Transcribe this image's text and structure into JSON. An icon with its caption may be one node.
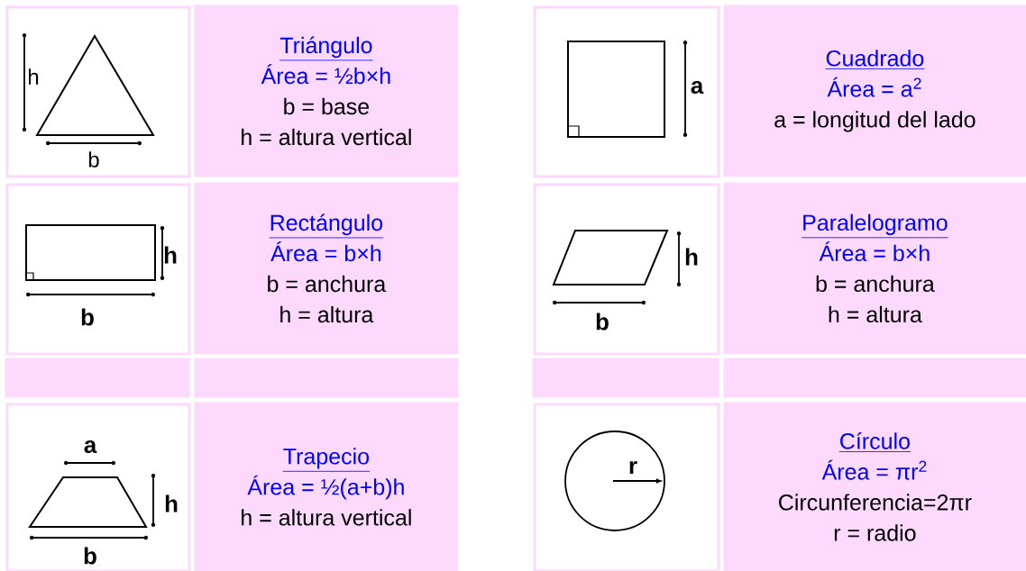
{
  "diagram": {
    "nodes": [
      {
        "text": [
          "h",
          "b"
        ]
      },
      {
        "text": [
          "Triángulo",
          "Área = ½b×h",
          "b = base",
          "h = altura vertical"
        ]
      },
      {
        "text": [
          "a"
        ]
      },
      {
        "text": [
          "Cuadrado",
          "Área = a$^{2}$",
          "a = longitud del lado"
        ]
      },
      {
        "text": [
          "h",
          "b"
        ]
      },
      {
        "text": [
          "Rectángulo",
          "Área = b×h",
          "b = anchura",
          "h = altura"
        ]
      },
      {
        "text": [
          "h",
          "b"
        ]
      },
      {
        "text": [
          "Paralelogramo",
          "Área = b×h",
          "b = anchura",
          "h = altura"
        ]
      },
      {
        "text": [],
        "shape": "box"
      },
      {
        "text": [],
        "shape": "box"
      },
      {
        "text": [],
        "shape": "box"
      },
      {
        "text": [],
        "shape": "box"
      },
      {
        "text": [
          "a",
          "h",
          "b"
        ]
      },
      {
        "text": [
          "Trapecio",
          "Área = ½(a+b)h",
          "h = altura vertical"
        ]
      },
      {
        "text": [
          "r"
        ]
      },
      {
        "text": [
          "Círculo",
          "Área = πr$^{2}$",
          "Circunferencia=2πr",
          "r = radio"
        ]
      }
    ]
  }
}
